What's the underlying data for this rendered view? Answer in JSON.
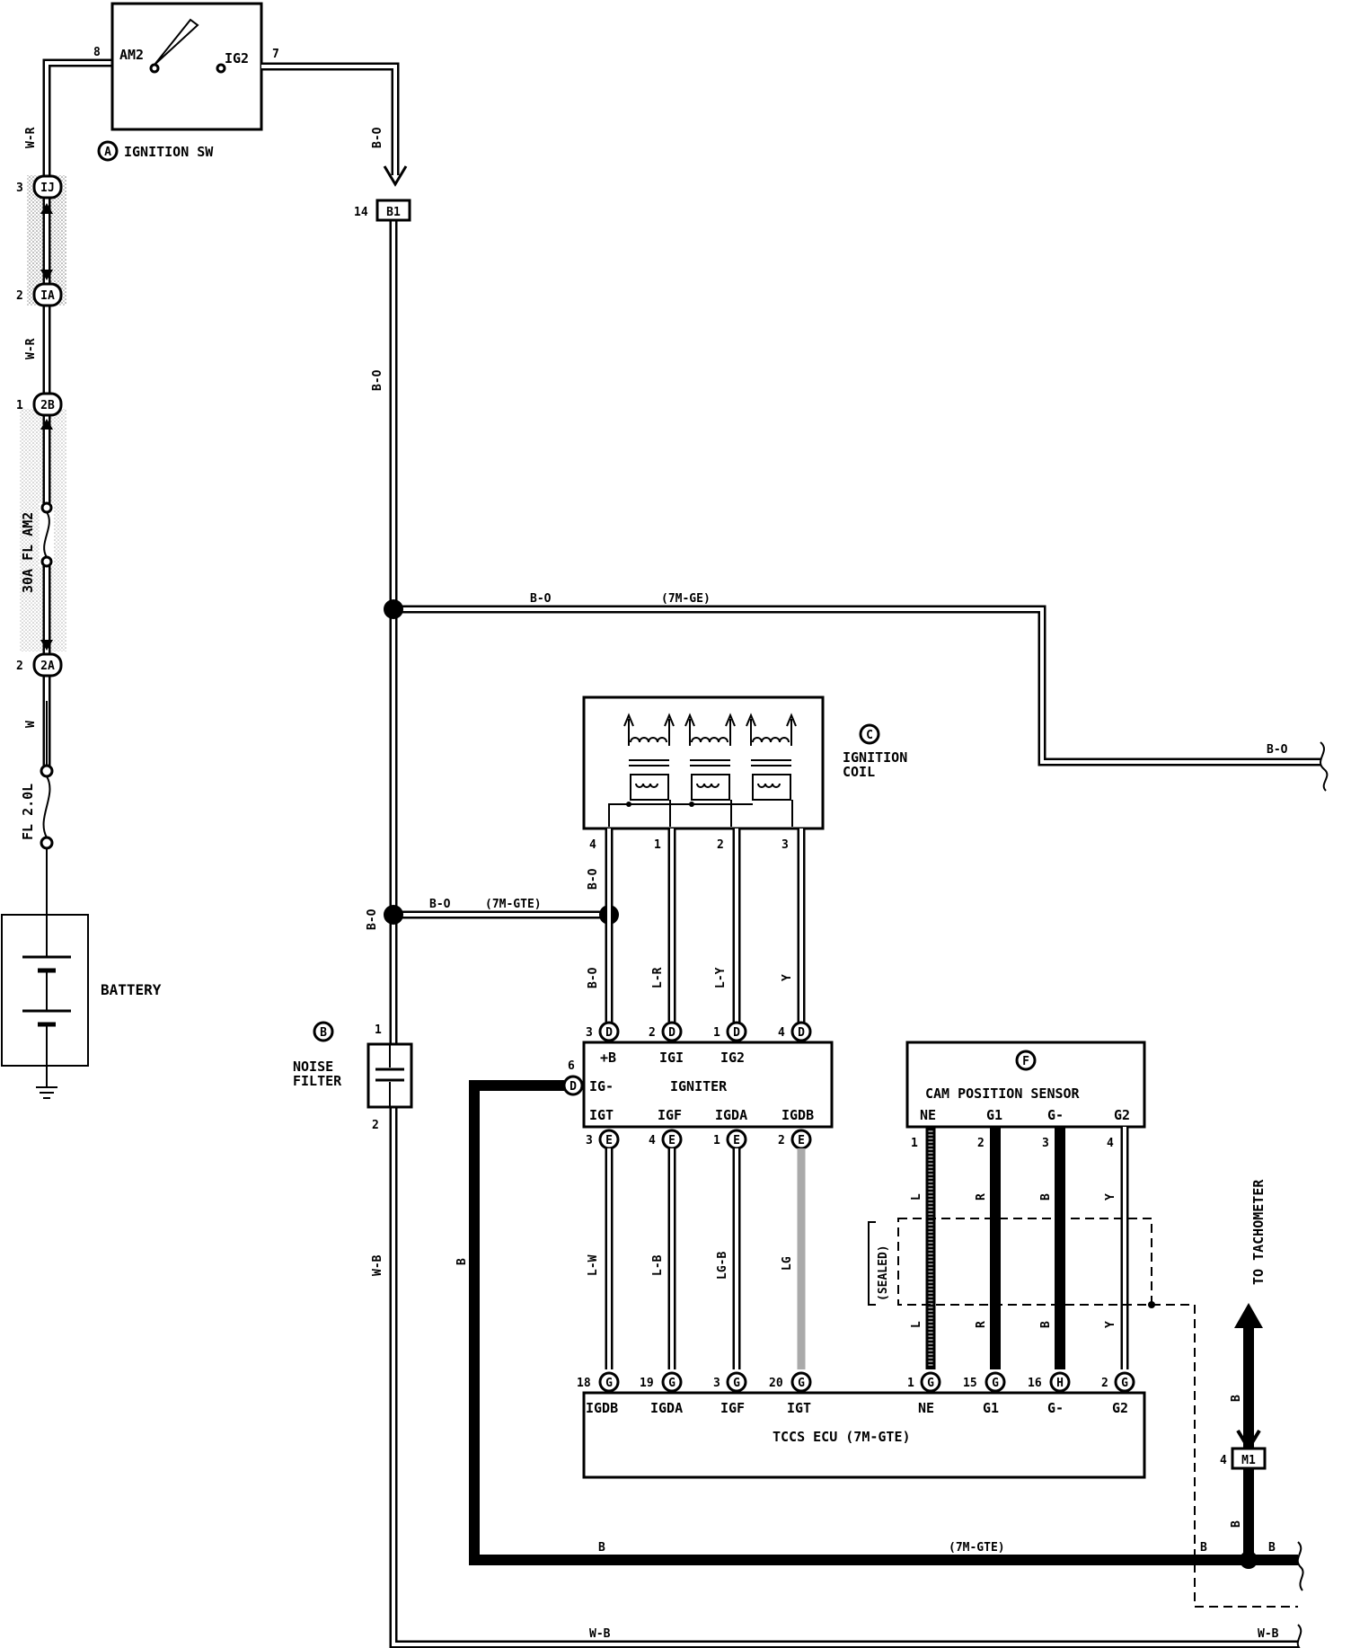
{
  "components": {
    "ignition_sw": {
      "letter": "A",
      "name": "IGNITION SW",
      "am2": "AM2",
      "ig2": "IG2",
      "pin_am2": "8",
      "pin_ig2": "7"
    },
    "noise_filter": {
      "letter": "B",
      "name1": "NOISE",
      "name2": "FILTER",
      "pin1": "1",
      "pin2": "2"
    },
    "ignition_coil": {
      "letter": "C",
      "name1": "IGNITION",
      "name2": "COIL"
    },
    "igniter": {
      "name": "IGNITER",
      "plus_b": "+B",
      "igl": "IGI",
      "ig2": "IG2",
      "ig_minus": "IG-",
      "igt": "IGT",
      "igf": "IGF",
      "igda": "IGDA",
      "igdb": "IGDB"
    },
    "cam_sensor": {
      "letter": "F",
      "name": "CAM POSITION SENSOR",
      "ne": "NE",
      "g1": "G1",
      "gm": "G-",
      "g2": "G2"
    },
    "ecu": {
      "name": "TCCS ECU (7M-GTE)",
      "igdb": "IGDB",
      "igda": "IGDA",
      "igf": "IGF",
      "igt": "IGT",
      "ne": "NE",
      "g1": "G1",
      "gm": "G-",
      "g2": "G2"
    },
    "battery": "BATTERY"
  },
  "fuses": {
    "am2": "30A FL AM2",
    "main": "FL 2.0L"
  },
  "connectors": {
    "ij": "IJ",
    "ia": "IA",
    "c2b": "2B",
    "c2a": "2A",
    "b1": "B1",
    "m1": "M1",
    "d": "D",
    "e": "E",
    "g": "G",
    "h": "H"
  },
  "pins": {
    "ij": "3",
    "ia": "2",
    "c2b": "1",
    "c2a": "2",
    "b1": "14",
    "m1": "4",
    "coil": [
      "4",
      "1",
      "2",
      "3"
    ],
    "ign_top": [
      "3",
      "2",
      "1",
      "4"
    ],
    "ign_side": "6",
    "ign_bot": [
      "3",
      "4",
      "1",
      "2"
    ],
    "ecu_top": [
      "18",
      "19",
      "3",
      "20",
      "1",
      "15",
      "16",
      "2"
    ],
    "cam": [
      "1",
      "2",
      "3",
      "4"
    ]
  },
  "wire_colors": {
    "w_r": "W-R",
    "w": "W",
    "b_o": "B-O",
    "l_r": "L-R",
    "l_y": "L-Y",
    "y": "Y",
    "l_w": "L-W",
    "l_b": "L-B",
    "lg_b": "LG-B",
    "lg": "LG",
    "l": "L",
    "r": "R",
    "b": "B",
    "w_b": "W-B"
  },
  "notes": {
    "ge": "(7M-GE)",
    "gte": "(7M-GTE)",
    "sealed": "(SEALED)",
    "tach": "TO TACHOMETER"
  }
}
